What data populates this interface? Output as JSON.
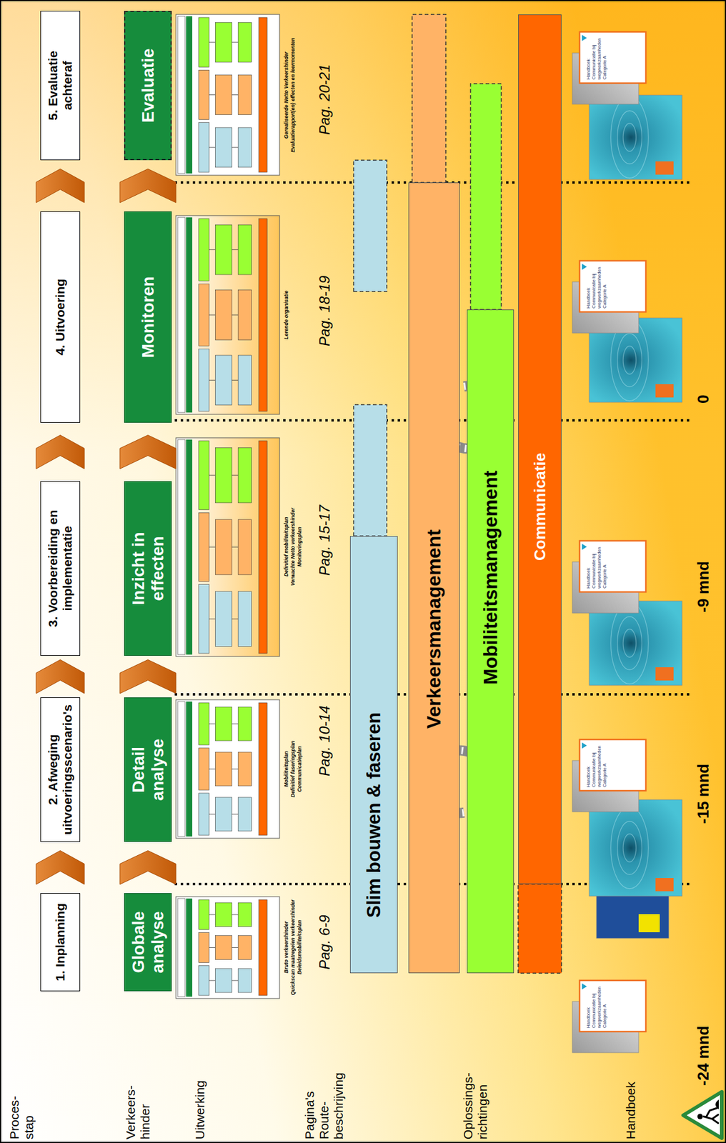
{
  "diagram": {
    "nodes": [
      {
        "text": [
          "1. Inplanning"
        ]
      },
      {
        "text": [
          "2. Afweging uitvoeringsscenario's"
        ]
      },
      {
        "text": [
          "3. Voorbereiding en implementatie"
        ]
      },
      {
        "text": [
          "4. Uitvoering"
        ]
      },
      {
        "text": [
          "5. Evaluatie achteraf"
        ]
      },
      {
        "text": [
          "Globale analyse"
        ]
      },
      {
        "text": [
          "Detail analyse"
        ]
      },
      {
        "text": [
          "Inzicht in effecten"
        ]
      },
      {
        "text": [
          "Monitoren"
        ]
      },
      {
        "text": [
          "Evaluatie"
        ]
      },
      {
        "text": [
          "Slim bouwen & faseren"
        ]
      },
      {
        "text": [
          "Verkeersmanagement"
        ]
      },
      {
        "text": [
          "Mobiliteitsmanagement"
        ]
      },
      {
        "text": [
          "Communicatie"
        ]
      }
    ],
    "edges": [
      {
        "from": 0,
        "to": 1,
        "arrow": "to"
      },
      {
        "from": 1,
        "to": 2,
        "arrow": "to"
      },
      {
        "from": 2,
        "to": 3,
        "arrow": "to"
      },
      {
        "from": 3,
        "to": 4,
        "arrow": "to"
      },
      {
        "from": 5,
        "to": 6,
        "arrow": "to"
      },
      {
        "from": 6,
        "to": 7,
        "arrow": "to"
      },
      {
        "from": 7,
        "to": 8,
        "arrow": "to"
      },
      {
        "from": 8,
        "to": 9,
        "arrow": "to"
      }
    ],
    "labels": [
      "Proces- stap",
      "Verkeers- hinder",
      "Uitwerking",
      "Pagina's Route- beschrijving",
      "Oplossings- richtingen",
      "Handboek",
      "Pag. 6-9",
      "Pag. 10-14",
      "Pag. 15-17",
      "Pag. 18-19",
      "Pag. 20-21",
      "Bruto verkeershinder",
      "Quickscan maatregelen verkeershinder",
      "Beleidsmobiliteitsplan",
      "Mobiliteitsplan",
      "Definitief faseringsplan",
      "Communicatieplan",
      "Definitief mobiliteitsplan",
      "Verwachte Netto verkeershinder",
      "Monitoringsplan",
      "Lerende organisatie",
      "Gerealiseerde Netto Verkeershinder",
      "Evaluatierapport(en) effecten en leermomenten",
      "Handboek Communicatie bij wegwerkzaamheden Categorie A",
      "Handboek Communicatie bij wegwerkzaamheden Categorie A",
      "Handboek Communicatie bij wegwerkzaamheden Categorie A",
      "Handboek Communicatie bij wegwerkzaamheden Categorie A",
      "Handboek Communicatie bij wegwerkzaamheden Categorie A",
      "-24 mnd",
      "-15 mnd",
      "-9 mnd",
      "0"
    ]
  }
}
